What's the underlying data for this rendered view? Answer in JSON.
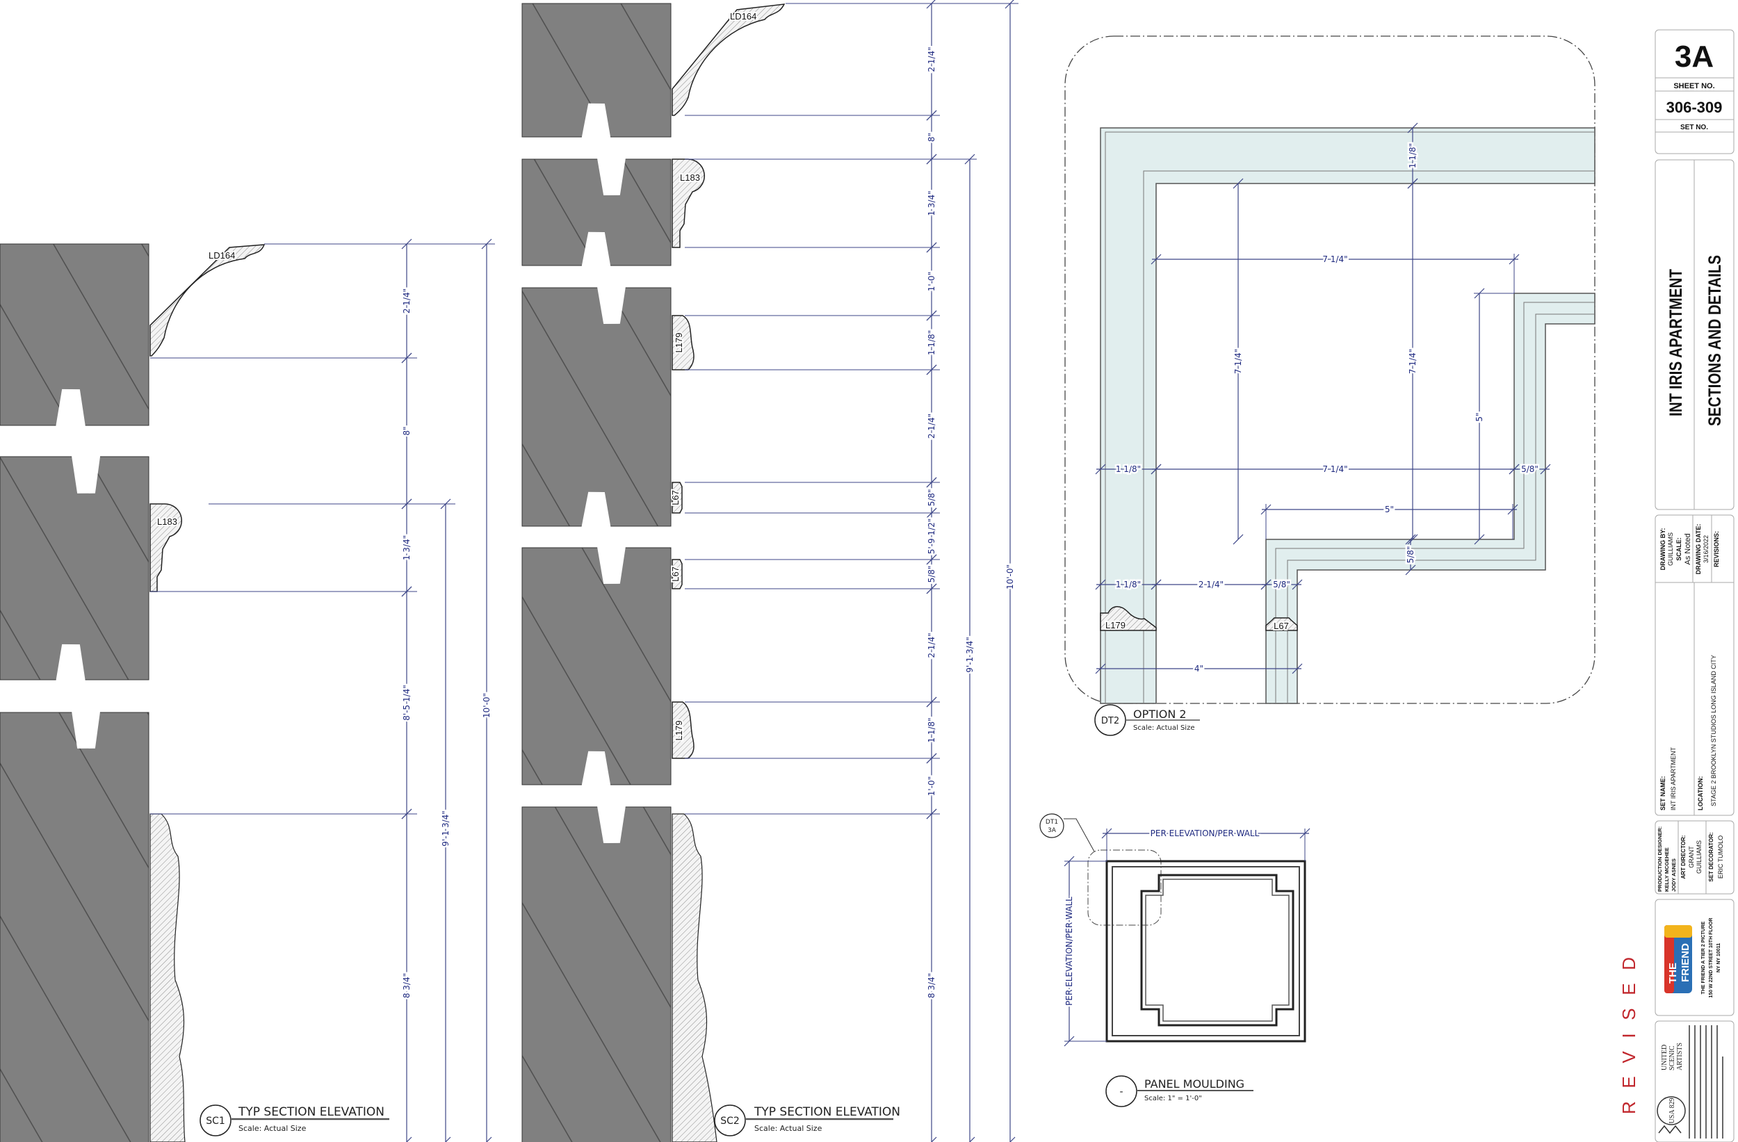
{
  "sheet": {
    "number": "3A",
    "sheet_label": "SHEET NO.",
    "set_number": "306-309",
    "set_label": "SET NO."
  },
  "title": {
    "set": "INT IRIS APARTMENT",
    "sheet_title": "SECTIONS AND DETAILS"
  },
  "info": {
    "drawing_by_label": "DRAWING BY:",
    "drawing_by": "GUILLIAMS",
    "scale_label": "SCALE:",
    "scale": "As Noted",
    "date_label": "DRAWING DATE:",
    "date": "3/16/2022",
    "revisions_label": "REVISIONS:",
    "set_name_label": "SET NAME:",
    "set_name": "INT IRIS APARTMENT",
    "location_label": "LOCATION:",
    "location": "STAGE 2 BROOKLYN STUDIOS LONG ISLAND CITY"
  },
  "crew": {
    "production_designer_label": "PRODUCTION DESIGNER:",
    "production_designers": [
      "KELLY MCGEHEE",
      "JODY ASNES"
    ],
    "art_director_label": "ART DIRECTOR:",
    "art_director": [
      "GRANT",
      "GUILLIAMS"
    ],
    "set_decorator_label": "SET DECORATOR:",
    "set_decorator": "ERIC TUMOLO"
  },
  "production": {
    "logo": [
      "THE",
      "FRIEND"
    ],
    "company": "THE FRIEND A TIER 2 PICTURE",
    "address1": "150 W 22ND STREET 10TH FLOOR",
    "address2": "NY NY 10011"
  },
  "union": {
    "name_lines": [
      "UNITED",
      "SCENIC",
      "ARTISTS"
    ],
    "seal": "USA 829"
  },
  "revised": "REVISED",
  "colors": {
    "dimension": "#3c4587",
    "wall": "#808080",
    "moulding_plan": "#e1eeee",
    "revised": "#c1272d"
  },
  "details": {
    "sc1": {
      "bubble": "SC1",
      "title": "TYP SECTION ELEVATION",
      "scale": "Scale: Actual Size",
      "mouldings": [
        "LD164",
        "L183"
      ],
      "chain_dims": [
        "2 1/4\"",
        "8\"",
        "1 3/4\"",
        "8'-5 1/4\"",
        "8 3/4\""
      ],
      "overall_dims": [
        "10'-0\"",
        "9'-1 3/4\""
      ]
    },
    "sc2": {
      "bubble": "SC2",
      "title": "TYP SECTION ELEVATION",
      "scale": "Scale: Actual Size",
      "mouldings": [
        "LD164",
        "L183",
        "L179",
        "L67",
        "L67",
        "L179"
      ],
      "chain_dims": [
        "2 1/4\"",
        "8\"",
        "1 3/4\"",
        "1'-0\"",
        "1 1/8\"",
        "2 1/4\"",
        "5/8\"",
        "5'-9 1/2\"",
        "5/8\"",
        "2 1/4\"",
        "1 1/8\"",
        "1'-0\"",
        "8 3/4\""
      ],
      "overall_dims": [
        "10'-0\"",
        "9'-1 3/4\""
      ]
    },
    "dt2": {
      "bubble": "DT2",
      "title": "OPTION 2",
      "scale": "Scale: Actual Size",
      "mouldings": [
        "L179",
        "L67"
      ],
      "horizontal_dims": [
        "1 1/8\"",
        "7 1/4\"",
        "5/8\"",
        "7 1/4\"",
        "5\"",
        "1 1/8\"",
        "2 1/4\"",
        "5/8\"",
        "4\""
      ],
      "vertical_dims": [
        "1 1/8\"",
        "7 1/4\"",
        "7 1/4\"",
        "5\"",
        "5/8\""
      ]
    },
    "panel": {
      "bubble": "-",
      "title": "PANEL MOULDING",
      "scale": "Scale: 1\" = 1'-0\"",
      "callout": [
        "DT1",
        "3A"
      ],
      "width_dim": "PER ELEVATION/PER WALL",
      "height_dim": "PER ELEVATION/PER WALL"
    }
  }
}
